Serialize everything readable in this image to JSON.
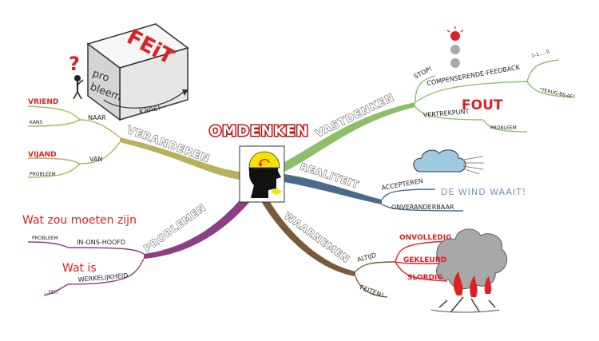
{
  "colors": {
    "green_branch": "#8cbf6a",
    "khaki_branch": "#b8b05a",
    "blue_branch": "#4a6a8c",
    "purple_branch": "#8a3f86",
    "brown_branch": "#7a5a3a",
    "red_text": "#e02020",
    "cloud_blue": "#9ecae1",
    "helmet_yellow": "#f5e400"
  },
  "center": {
    "title": "OMDENKEN"
  },
  "cube": {
    "face_top": "FEiT",
    "face_front_1": "pro",
    "face_front_2": "bleem",
    "arrow_label": "kans!",
    "question": "?"
  },
  "branches": {
    "veranderen": {
      "label": "VERANDEREN",
      "naar": {
        "label": "NAAR",
        "items": [
          "VRIEND",
          "KANS"
        ]
      },
      "van": {
        "label": "VAN",
        "items": [
          "VIJAND",
          "PROBLEEM"
        ]
      }
    },
    "vastdenken": {
      "label": "VASTDENKEN",
      "stop": "STOP!",
      "compenserende": "COMPENSERENDE-FEEDBACK",
      "comp_items": [
        "1-1.....0",
        "\"TERUG-BIJ-AF\""
      ],
      "vertrekpunt": "VERTREKPUNT",
      "fout": "FOUT",
      "probleem": "PROBLEEM"
    },
    "realiteit": {
      "label": "REALITEIT",
      "accepteren": "ACCEPTEREN",
      "onveranderbaar": "ONVERANDERBAAR",
      "wind": "DE WIND WAAIT!"
    },
    "problemen": {
      "label": "PROBLEMEN",
      "wat_zou": "Wat zou moeten zijn",
      "in_ons_hoofd": "IN-ONS-HOOFD",
      "probleem": "PROBLEEM",
      "wat_is": "Wat is",
      "werkelijkheid": "WERKELIJKHEID",
      "feit": "...FEIT"
    },
    "waarnemen": {
      "label": "WAARNEMEN",
      "altijd": "ALTIJD",
      "feiten": "FEITEN!",
      "tags": [
        "ONVOLLEDIG",
        "GEKLEURD",
        "SLORDIG"
      ]
    }
  }
}
